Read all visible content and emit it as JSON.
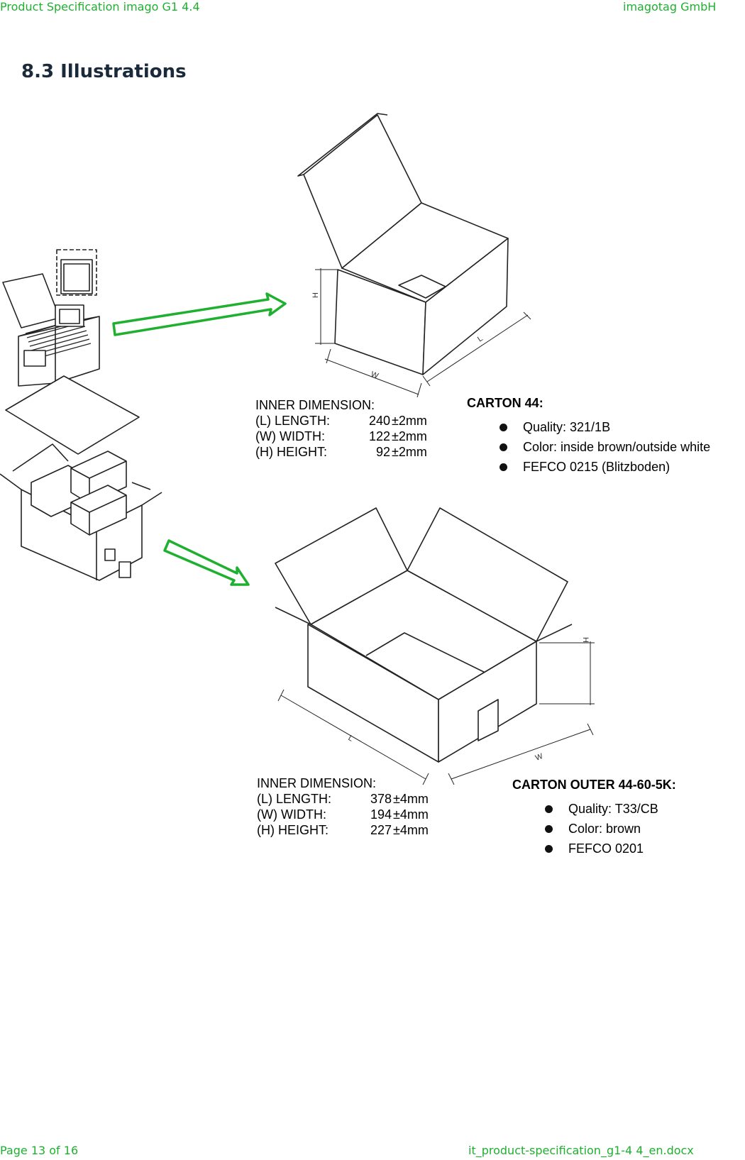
{
  "header": {
    "left": "Product Specification imago G1 4.4",
    "right": "imagotag GmbH"
  },
  "section": {
    "title": "8.3  Illustrations"
  },
  "carton44": {
    "inner_title": "INNER DIMENSION:",
    "dims": [
      {
        "label": "(L)  LENGTH:",
        "value": "240",
        "tol": "±2mm"
      },
      {
        "label": "(W) WIDTH:",
        "value": "122",
        "tol": "±2mm"
      },
      {
        "label": "(H)  HEIGHT:",
        "value": "92",
        "tol": "±2mm"
      }
    ],
    "spec_title": "CARTON 44:",
    "spec_items": [
      "Quality: 321/1B",
      "Color: inside brown/outside white",
      "FEFCO 0215 (Blitzboden)"
    ],
    "axis_labels": {
      "h": "H",
      "w": "W",
      "l": "L"
    }
  },
  "outer": {
    "inner_title": "INNER DIMENSION:",
    "dims": [
      {
        "label": "(L)  LENGTH:",
        "value": "378",
        "tol": "±4mm"
      },
      {
        "label": "(W) WIDTH:",
        "value": "194",
        "tol": "±4mm"
      },
      {
        "label": "(H)  HEIGHT:",
        "value": "227",
        "tol": "±4mm"
      }
    ],
    "spec_title": "CARTON OUTER 44-60-5K:",
    "spec_items": [
      "Quality: T33/CB",
      "Color: brown",
      "FEFCO 0201"
    ],
    "axis_labels": {
      "h": "H",
      "w": "W",
      "l": "L"
    }
  },
  "footer": {
    "left": "Page 13 of 16",
    "right": "it_product-specification_g1-4 4_en.docx"
  },
  "colors": {
    "header_text": "#1fb030",
    "arrow": "#1fb030",
    "title_text": "#1b2a3a"
  }
}
